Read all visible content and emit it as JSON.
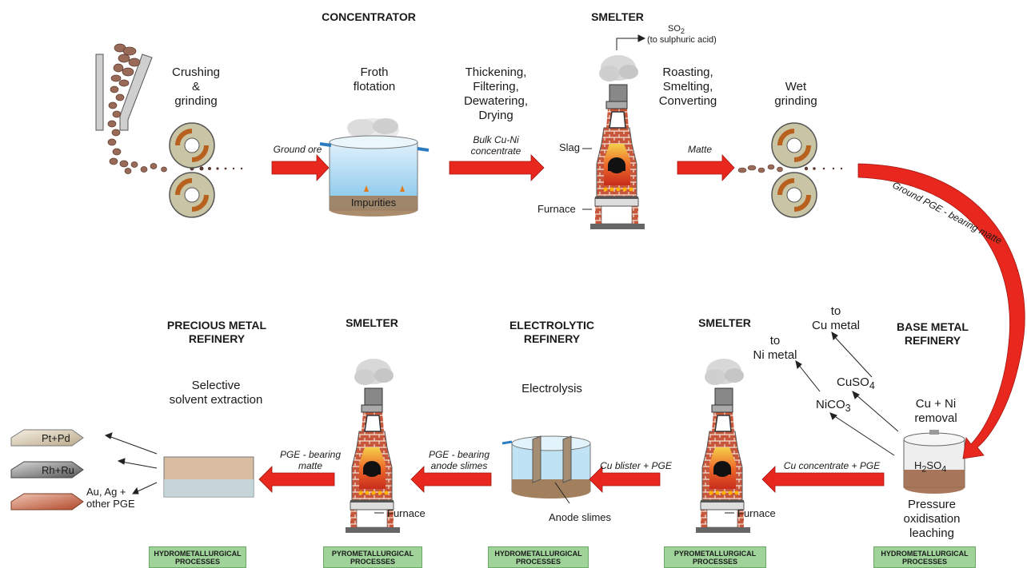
{
  "stages": {
    "concentrator": "CONCENTRATOR",
    "smelter_top": "SMELTER",
    "base_metal_refinery": [
      "BASE METAL",
      "REFINERY"
    ],
    "smelter_bottom_right": "SMELTER",
    "electrolytic_refinery": [
      "ELECTROLYTIC",
      "REFINERY"
    ],
    "smelter_bottom_left": "SMELTER",
    "precious_metal_refinery": [
      "PRECIOUS METAL",
      "REFINERY"
    ]
  },
  "processes": {
    "crushing": [
      "Crushing",
      "&",
      "grinding"
    ],
    "froth": [
      "Froth",
      "flotation"
    ],
    "thickening": [
      "Thickening,",
      "Filtering,",
      "Dewatering,",
      "Drying"
    ],
    "roasting": [
      "Roasting,",
      "Smelting,",
      "Converting"
    ],
    "wet_grinding": [
      "Wet",
      "grinding"
    ],
    "cu_ni_removal": [
      "Cu + Ni",
      "removal"
    ],
    "pressure_leach": [
      "Pressure",
      "oxidisation",
      "leaching"
    ],
    "electrolysis": "Electrolysis",
    "solvent_extraction": [
      "Selective",
      "solvent extraction"
    ]
  },
  "flows": {
    "ground_ore": "Ground ore",
    "bulk_concentrate": [
      "Bulk Cu-Ni",
      "concentrate"
    ],
    "matte": "Matte",
    "ground_pge": "Ground PGE - bearing matte",
    "cu_concentrate": "Cu concentrate + PGE",
    "cu_blister": "Cu blister + PGE",
    "anode_slimes_flow": [
      "PGE - bearing",
      "anode slimes"
    ],
    "pge_matte": [
      "PGE - bearing",
      "matte"
    ]
  },
  "labels": {
    "so2": "SO",
    "so2_sub": "2",
    "so2_dest": "(to sulphuric acid)",
    "slag": "Slag",
    "furnace": "Furnace",
    "impurities": "Impurities",
    "h2so4": "H",
    "h2so4_sub1": "2",
    "h2so4_mid": "SO",
    "h2so4_sub2": "4",
    "cuso4": "CuSO",
    "cuso4_sub": "4",
    "nico3": "NiCO",
    "nico3_sub": "3",
    "to_cu": [
      "to",
      "Cu metal"
    ],
    "to_ni": [
      "to",
      "Ni metal"
    ],
    "anode_slimes": "Anode slimes",
    "pt_pd": "Pt+Pd",
    "rh_ru": "Rh+Ru",
    "au_ag": [
      "Au, Ag +",
      "other PGE"
    ]
  },
  "categories": {
    "c1": [
      "HYDROMETALLURGICAL",
      "PROCESSES"
    ],
    "c2": [
      "PYROMETALLURGICAL",
      "PROCESSES"
    ],
    "c3": [
      "HYDROMETALLURGICAL",
      "PROCESSES"
    ],
    "c4": [
      "PYROMETALLURGICAL",
      "PROCESSES"
    ],
    "c5": [
      "HYDROMETALLURGICAL",
      "PROCESSES"
    ]
  },
  "colors": {
    "arrow_red": "#e8281e",
    "category_green": "#9fd39a",
    "brick": "#b8472c",
    "ore_brown": "#9a6a58"
  }
}
